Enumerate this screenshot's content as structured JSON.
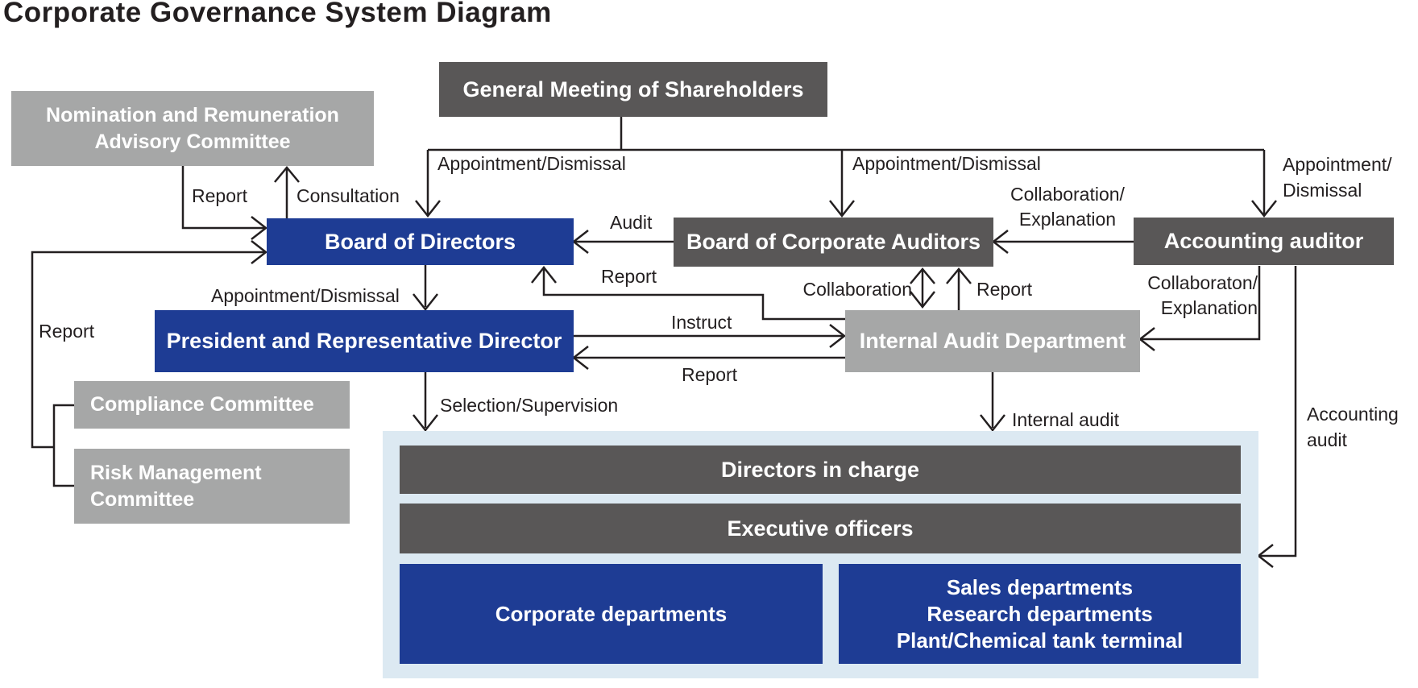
{
  "title": "Corporate Governance System Diagram",
  "colors": {
    "dark_gray": "#595757",
    "gray": "#a6a7a7",
    "blue": "#1e3c94",
    "light_blue_panel": "#dce9f2",
    "line": "#231f20",
    "box_text": "#ffffff"
  },
  "boxes": {
    "general_meeting": {
      "label": "General Meeting of Shareholders"
    },
    "nomination_committee": {
      "line1": "Nomination and Remuneration",
      "line2": "Advisory Committee"
    },
    "board_of_directors": {
      "label": "Board of Directors"
    },
    "board_of_corporate_auditors": {
      "label": "Board of Corporate Auditors"
    },
    "accounting_auditor": {
      "label": "Accounting auditor"
    },
    "president": {
      "label": "President and Representative Director"
    },
    "internal_audit_department": {
      "label": "Internal Audit Department"
    },
    "compliance_committee": {
      "label": "Compliance Committee"
    },
    "risk_management_committee": {
      "line1": "Risk Management",
      "line2": "Committee"
    },
    "directors_in_charge": {
      "label": "Directors in charge"
    },
    "executive_officers": {
      "label": "Executive officers"
    },
    "corporate_departments": {
      "label": "Corporate departments"
    },
    "sales_departments": {
      "line1": "Sales departments",
      "line2": "Research departments",
      "line3": "Plant/Chemical tank terminal"
    }
  },
  "edge_labels": {
    "appointment_dismissal_bod": "Appointment/Dismissal",
    "appointment_dismissal_bca": "Appointment/Dismissal",
    "appointment_dismissal_aa_line1": "Appointment/",
    "appointment_dismissal_aa_line2": "Dismissal",
    "report_nomination": "Report",
    "consultation": "Consultation",
    "audit": "Audit",
    "report_to_board": "Report",
    "collaboration_explanation_line1": "Collaboration/",
    "collaboration_explanation_line2": "Explanation",
    "appointment_dismissal_president": "Appointment/Dismissal",
    "report_committees": "Report",
    "instruct": "Instruct",
    "report_to_president": "Report",
    "collaboration": "Collaboration",
    "report_to_auditors": "Report",
    "collaboraton_explanation_line1": "Collaboraton/",
    "collaboraton_explanation_line2": "Explanation",
    "selection_supervision": "Selection/Supervision",
    "internal_audit": "Internal audit",
    "accounting_audit_line1": "Accounting",
    "accounting_audit_line2": "audit"
  }
}
